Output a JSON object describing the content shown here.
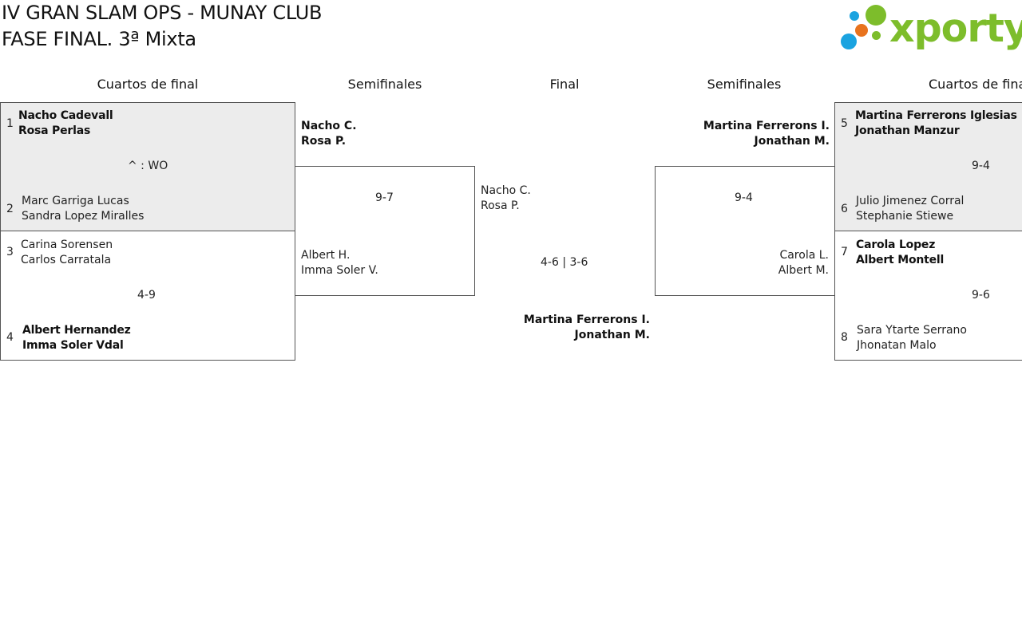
{
  "header": {
    "title_line1": "IV GRAN SLAM OPS - MUNAY CLUB",
    "title_line2": "FASE FINAL. 3ª Mixta"
  },
  "logo": {
    "text": "xporty",
    "colors": {
      "text": "#7dbd2b",
      "blue": "#1aa3e0",
      "orange": "#e8731d",
      "green": "#7dbd2b"
    }
  },
  "rounds": {
    "left_quarters": "Cuartos de final",
    "left_semis": "Semifinales",
    "final": "Final",
    "right_semis": "Semifinales",
    "right_quarters": "Cuartos de final"
  },
  "quarterfinals": [
    {
      "top": {
        "seed": "1",
        "player1": "Nacho Cadevall",
        "player2": "Rosa Perlas"
      },
      "score": "^ : WO",
      "bottom": {
        "seed": "2",
        "player1": "Marc Garriga Lucas",
        "player2": "Sandra Lopez Miralles"
      }
    },
    {
      "top": {
        "seed": "3",
        "player1": "Carina Sorensen",
        "player2": "Carlos Carratala"
      },
      "score": "4-9",
      "bottom": {
        "seed": "4",
        "player1": "Albert Hernandez",
        "player2": "Imma Soler Vdal"
      }
    },
    {
      "top": {
        "seed": "5",
        "player1": "Martina Ferrerons Iglesias",
        "player2": "Jonathan Manzur"
      },
      "score": "9-4",
      "bottom": {
        "seed": "6",
        "player1": "Julio Jimenez Corral",
        "player2": "Stephanie Stiewe"
      }
    },
    {
      "top": {
        "seed": "7",
        "player1": "Carola Lopez",
        "player2": "Albert Montell"
      },
      "score": "9-6",
      "bottom": {
        "seed": "8",
        "player1": "Sara Ytarte Serrano",
        "player2": "Jhonatan Malo"
      }
    }
  ],
  "semifinals": {
    "left": {
      "top": {
        "player1": "Nacho C.",
        "player2": "Rosa P."
      },
      "score": "9-7",
      "bottom": {
        "player1": "Albert H.",
        "player2": "Imma Soler V."
      }
    },
    "right": {
      "top": {
        "player1": "Martina Ferrerons I.",
        "player2": "Jonathan M."
      },
      "score": "9-4",
      "bottom": {
        "player1": "Carola L.",
        "player2": "Albert M."
      }
    }
  },
  "final": {
    "left": {
      "player1": "Nacho C.",
      "player2": "Rosa P."
    },
    "score": "4-6 | 3-6",
    "winner": {
      "player1": "Martina Ferrerons I.",
      "player2": "Jonathan M."
    }
  }
}
